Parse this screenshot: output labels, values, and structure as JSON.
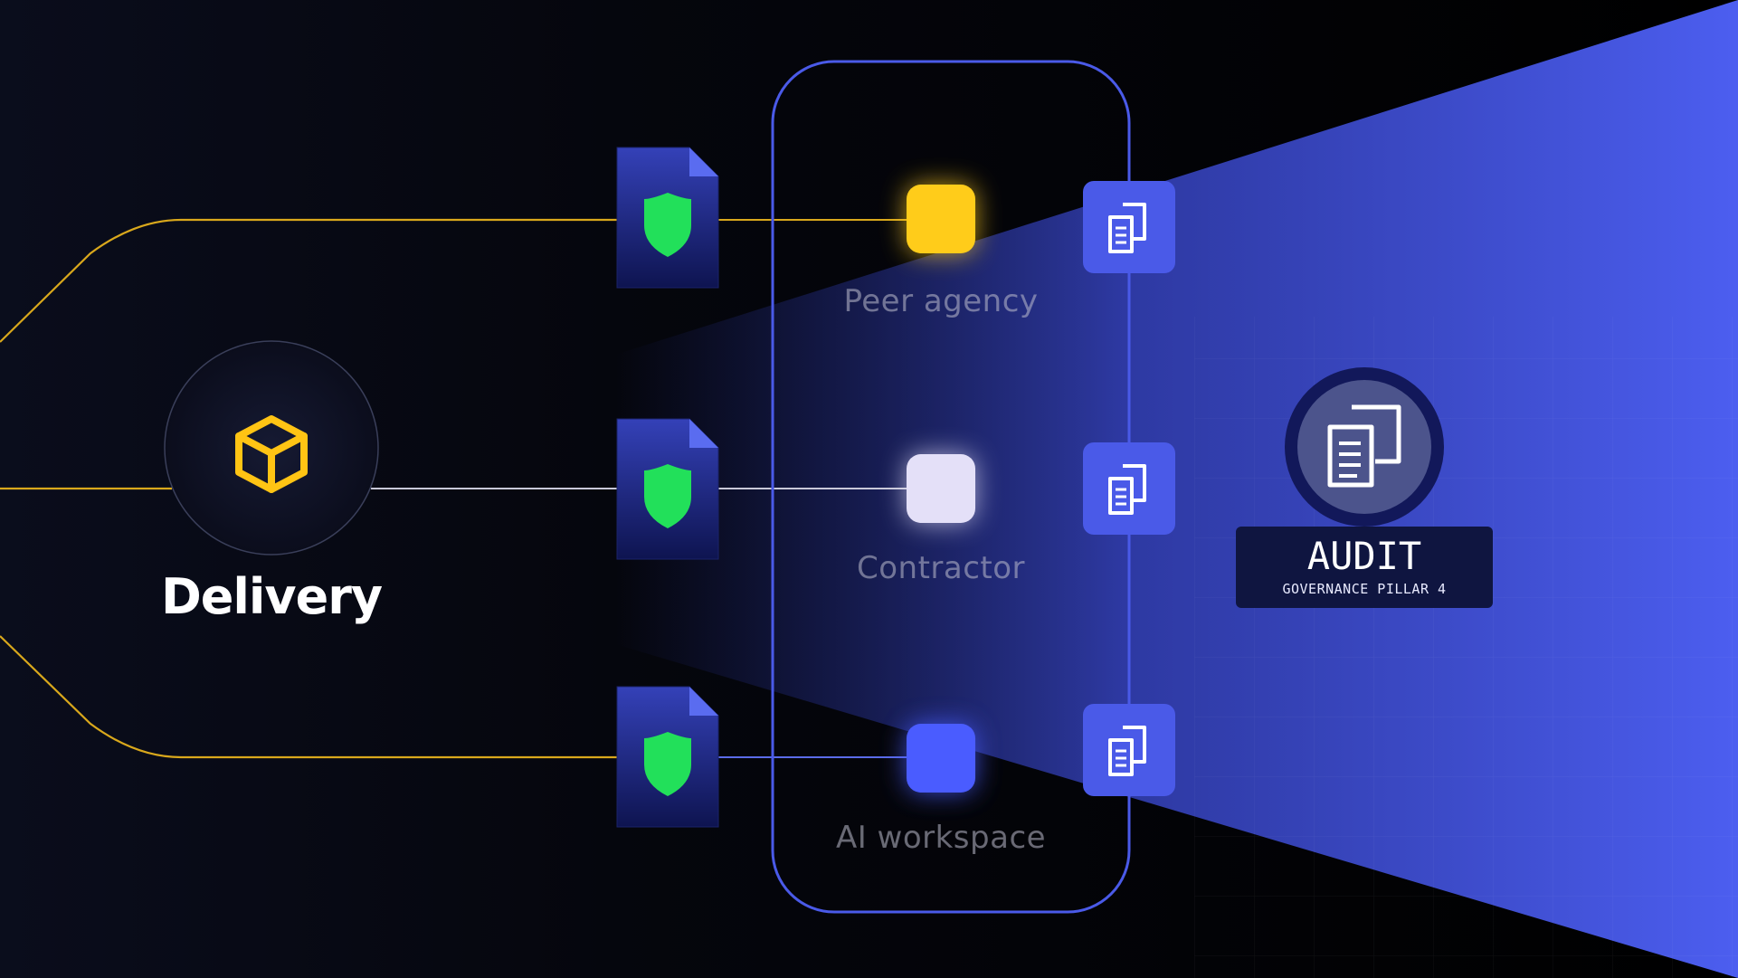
{
  "diagram": {
    "source": {
      "label": "Delivery",
      "icon": "cube-icon",
      "color": "#ffc414"
    },
    "lanes": [
      {
        "label": "Peer agency",
        "node_color": "#ffcc1a",
        "line_color": "#d9a81c",
        "doc_icon": "shield-document-icon",
        "audit_icon": "copy-document-icon"
      },
      {
        "label": "Contractor",
        "node_color": "#e4e0f8",
        "line_color": "#c8c8d8",
        "doc_icon": "shield-document-icon",
        "audit_icon": "copy-document-icon"
      },
      {
        "label": "AI workspace",
        "node_color": "#4a5cff",
        "line_color": "#5a6be8",
        "doc_icon": "shield-document-icon",
        "audit_icon": "copy-document-icon"
      }
    ],
    "audit": {
      "title": "AUDIT",
      "subtitle": "GOVERNANCE PILLAR 4",
      "icon": "copy-document-icon"
    },
    "colors": {
      "background": "#000000",
      "accent_blue": "#4a5ae8",
      "shield_green": "#22e05a",
      "document_navy": "#1c2a8a"
    }
  }
}
